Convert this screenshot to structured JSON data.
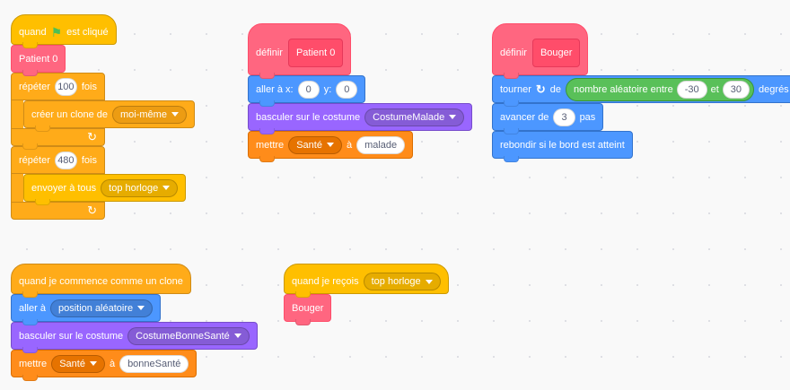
{
  "script1": {
    "hat_when": "quand",
    "hat_clicked": "est cliqué",
    "call_patient0": "Patient 0",
    "repeat1_label": "répéter",
    "repeat1_count": "100",
    "repeat1_times": "fois",
    "clone_label": "créer un clone de",
    "clone_target": "moi-même",
    "repeat2_label": "répéter",
    "repeat2_count": "480",
    "repeat2_times": "fois",
    "broadcast_label": "envoyer à tous",
    "broadcast_msg": "top horloge",
    "loop_icon": "↻"
  },
  "script2": {
    "define_label": "définir",
    "proc_name": "Patient 0",
    "goto_label": "aller à x:",
    "goto_x": "0",
    "goto_y_label": "y:",
    "goto_y": "0",
    "costume_label": "basculer sur le costume",
    "costume_value": "CostumeMalade",
    "set_label": "mettre",
    "set_var": "Santé",
    "set_to": "à",
    "set_value": "malade"
  },
  "script3": {
    "define_label": "définir",
    "proc_name": "Bouger",
    "turn_label": "tourner",
    "turn_of": "de",
    "random_label": "nombre aléatoire entre",
    "random_from": "-30",
    "random_and": "et",
    "random_to": "30",
    "turn_unit": "degrés",
    "move_label": "avancer de",
    "move_steps": "3",
    "move_unit": "pas",
    "bounce_label": "rebondir si le bord est atteint"
  },
  "script4": {
    "hat_label": "quand je commence comme un clone",
    "goto_label": "aller à",
    "goto_target": "position aléatoire",
    "costume_label": "basculer sur le costume",
    "costume_value": "CostumeBonneSanté",
    "set_label": "mettre",
    "set_var": "Santé",
    "set_to": "à",
    "set_value": "bonneSanté"
  },
  "script5": {
    "hat_label": "quand je reçois",
    "hat_msg": "top horloge",
    "call_bouger": "Bouger"
  },
  "colors": {
    "events": "#ffbf00",
    "control": "#ffab19",
    "motion": "#4c97ff",
    "looks": "#9966ff",
    "variables": "#ff8c1a",
    "my_blocks": "#ff6680",
    "operators": "#59c059"
  }
}
